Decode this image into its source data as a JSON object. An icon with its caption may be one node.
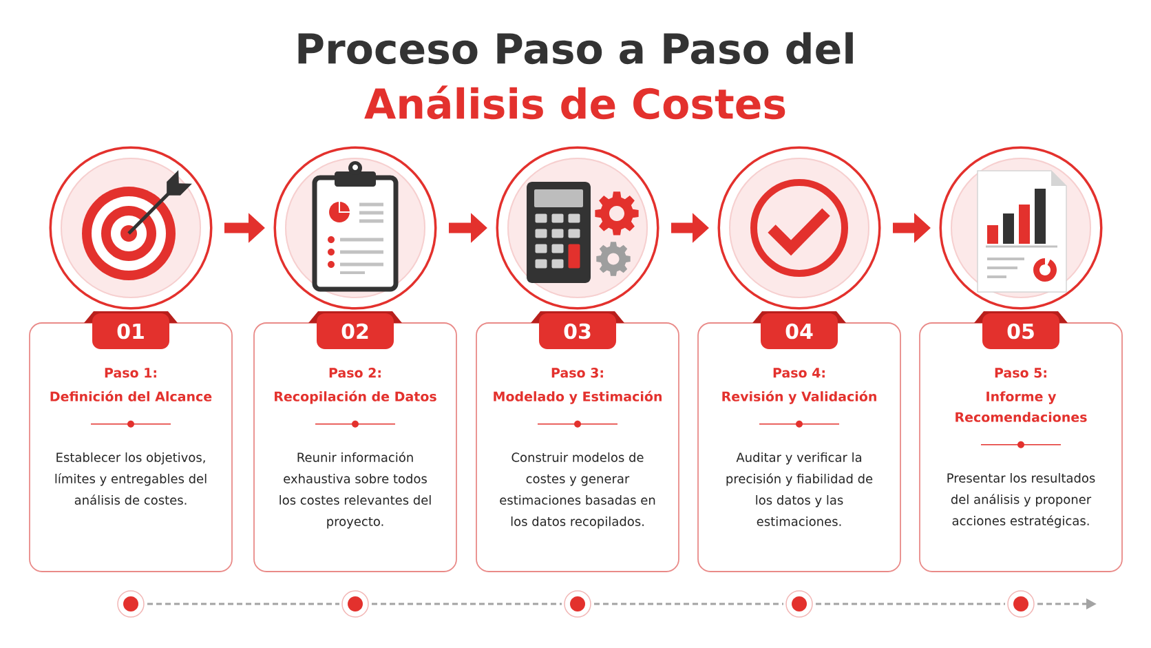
{
  "diagram": {
    "title": "Proceso Paso a Paso del **Análisis de Costes**",
    "nodes": [
      {
        "text": [],
        "shape": "circle"
      },
      {
        "text": [],
        "shape": "circle"
      },
      {
        "text": [],
        "shape": "circle"
      },
      {
        "text": [],
        "shape": "circle"
      },
      {
        "text": [],
        "shape": "circle"
      },
      {
        "text": [
          "01"
        ]
      },
      {
        "text": [
          "02"
        ]
      },
      {
        "text": [
          "03"
        ]
      },
      {
        "text": [
          "04"
        ]
      },
      {
        "text": [
          "05"
        ]
      },
      {
        "text": [
          "Paso 1:",
          "Definición del Alcance",
          "Establecer los objetivos, límites y entregables del análisis de costes."
        ]
      },
      {
        "text": [
          "Paso 2:",
          "Recopilación de Datos",
          "Reunir información exhaustiva sobre todos los costes relevantes del proyecto."
        ]
      },
      {
        "text": [
          "Paso 3:",
          "Modelado y Estimación",
          "Construir modelos de costes y generar estimaciones basadas en los datos recopilados."
        ]
      },
      {
        "text": [
          "Paso 4:",
          "Revisión y Validación",
          "Auditar y verificar la precisión y fiabilidad de los datos y las estimaciones."
        ]
      },
      {
        "text": [
          "Paso 5:",
          "Informe y Recomendaciones",
          "Presentar los resultados del análisis y proponer acciones estratégicas."
        ]
      },
      {
        "text": [],
        "shape": "circle"
      },
      {
        "text": [],
        "shape": "circle"
      },
      {
        "text": [],
        "shape": "circle"
      },
      {
        "text": [],
        "shape": "circle"
      },
      {
        "text": [],
        "shape": "circle"
      }
    ],
    "edges": [
      {
        "from": 0,
        "to": 1,
        "arrow": "to",
        "style": "thick",
        "color": "#e3312d"
      },
      {
        "from": 1,
        "to": 2,
        "arrow": "to",
        "style": "thick",
        "color": "#e3312d"
      },
      {
        "from": 2,
        "to": 3,
        "arrow": "to",
        "style": "thick",
        "color": "#e3312d"
      },
      {
        "from": 3,
        "to": 4,
        "arrow": "to",
        "style": "thick",
        "color": "#e3312d"
      },
      {
        "from": 15,
        "to": 16,
        "arrow": "none",
        "style": "dashed"
      },
      {
        "from": 16,
        "to": 17,
        "arrow": "none",
        "style": "dashed"
      },
      {
        "from": 17,
        "to": 18,
        "arrow": "none",
        "style": "dashed"
      },
      {
        "from": 18,
        "to": 19,
        "arrow": "none",
        "style": "dashed"
      },
      {
        "from": 19,
        "to": null,
        "arrow": "to",
        "style": "dashed"
      }
    ]
  }
}
